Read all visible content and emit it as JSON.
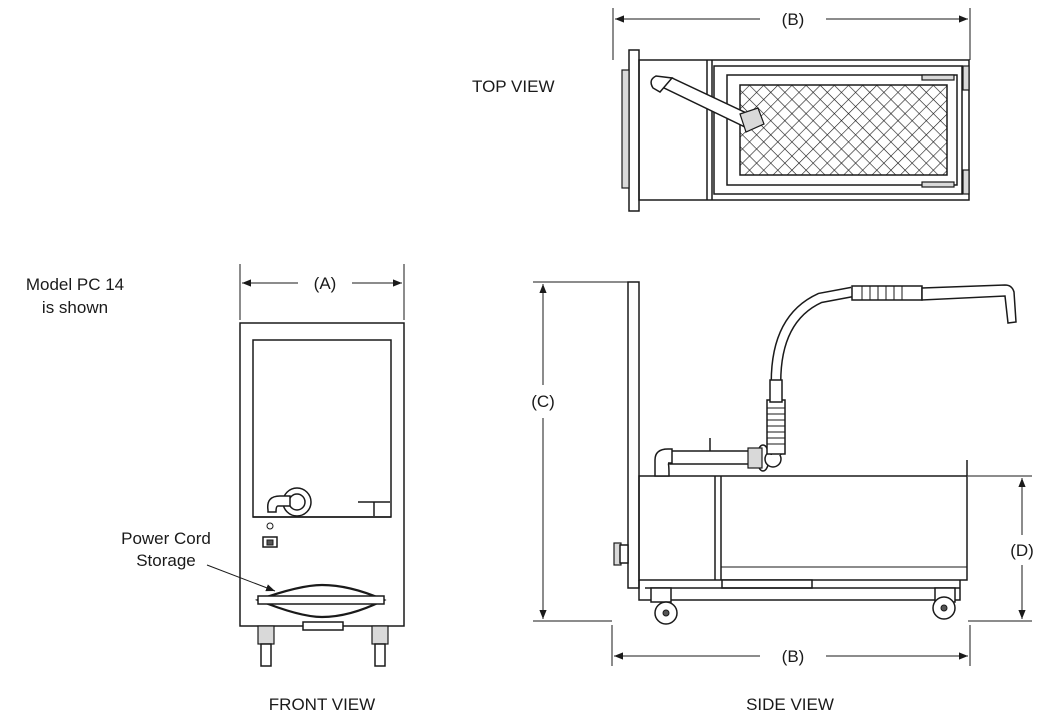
{
  "views": {
    "top": {
      "title": "TOP VIEW"
    },
    "front": {
      "title": "FRONT VIEW"
    },
    "side": {
      "title": "SIDE VIEW"
    }
  },
  "dimensions": {
    "a": "(A)",
    "b_top": "(B)",
    "b_side": "(B)",
    "c": "(C)",
    "d": "(D)"
  },
  "notes": {
    "model_line1": "Model PC 14",
    "model_line2": "is shown",
    "power_cord_line1": "Power Cord",
    "power_cord_line2": "Storage"
  },
  "colors": {
    "line": "#1a1a1a",
    "background": "#ffffff"
  }
}
